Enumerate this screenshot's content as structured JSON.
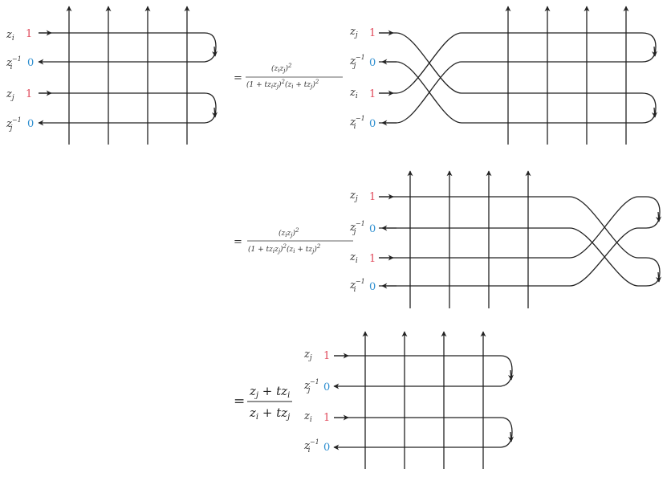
{
  "colors": {
    "one": "#e0485a",
    "zero": "#2f8fd0",
    "ink": "#222222"
  },
  "labels": {
    "zi": "z_i",
    "zj": "z_j",
    "zi_inv": "z_i^{-1}",
    "zj_inv": "z_j^{-1}",
    "one": "1",
    "zero": "0"
  },
  "equations": {
    "eq1": {
      "sign": "=",
      "numerator": "(z_i z_j)^2",
      "denominator": "(1 + t z_i z_j)^2 (z_i + t z_j)^2"
    },
    "eq2": {
      "sign": "=",
      "numerator": "(z_i z_j)^2",
      "denominator": "(1 + t z_i z_j)^2 (z_i + t z_j)^2"
    },
    "eq3": {
      "sign": "=",
      "numerator": "z_j + t z_i",
      "denominator": "z_i + t z_j"
    }
  },
  "diagrams": [
    {
      "id": "d1",
      "rows": [
        {
          "var": "z_i",
          "sup": "",
          "state": "1"
        },
        {
          "var": "z_i",
          "sup": "−1",
          "state": "0"
        },
        {
          "var": "z_j",
          "sup": "",
          "state": "1"
        },
        {
          "var": "z_j",
          "sup": "−1",
          "state": "0"
        }
      ]
    },
    {
      "id": "d2",
      "rows": [
        {
          "var": "z_j",
          "sup": "",
          "state": "1"
        },
        {
          "var": "z_j",
          "sup": "−1",
          "state": "0"
        },
        {
          "var": "z_i",
          "sup": "",
          "state": "1"
        },
        {
          "var": "z_i",
          "sup": "−1",
          "state": "0"
        }
      ]
    },
    {
      "id": "d3",
      "rows": [
        {
          "var": "z_j",
          "sup": "",
          "state": "1"
        },
        {
          "var": "z_j",
          "sup": "−1",
          "state": "0"
        },
        {
          "var": "z_i",
          "sup": "",
          "state": "1"
        },
        {
          "var": "z_i",
          "sup": "−1",
          "state": "0"
        }
      ]
    },
    {
      "id": "d4",
      "rows": [
        {
          "var": "z_j",
          "sup": "",
          "state": "1"
        },
        {
          "var": "z_j",
          "sup": "−1",
          "state": "0"
        },
        {
          "var": "z_i",
          "sup": "",
          "state": "1"
        },
        {
          "var": "z_i",
          "sup": "−1",
          "state": "0"
        }
      ]
    }
  ]
}
